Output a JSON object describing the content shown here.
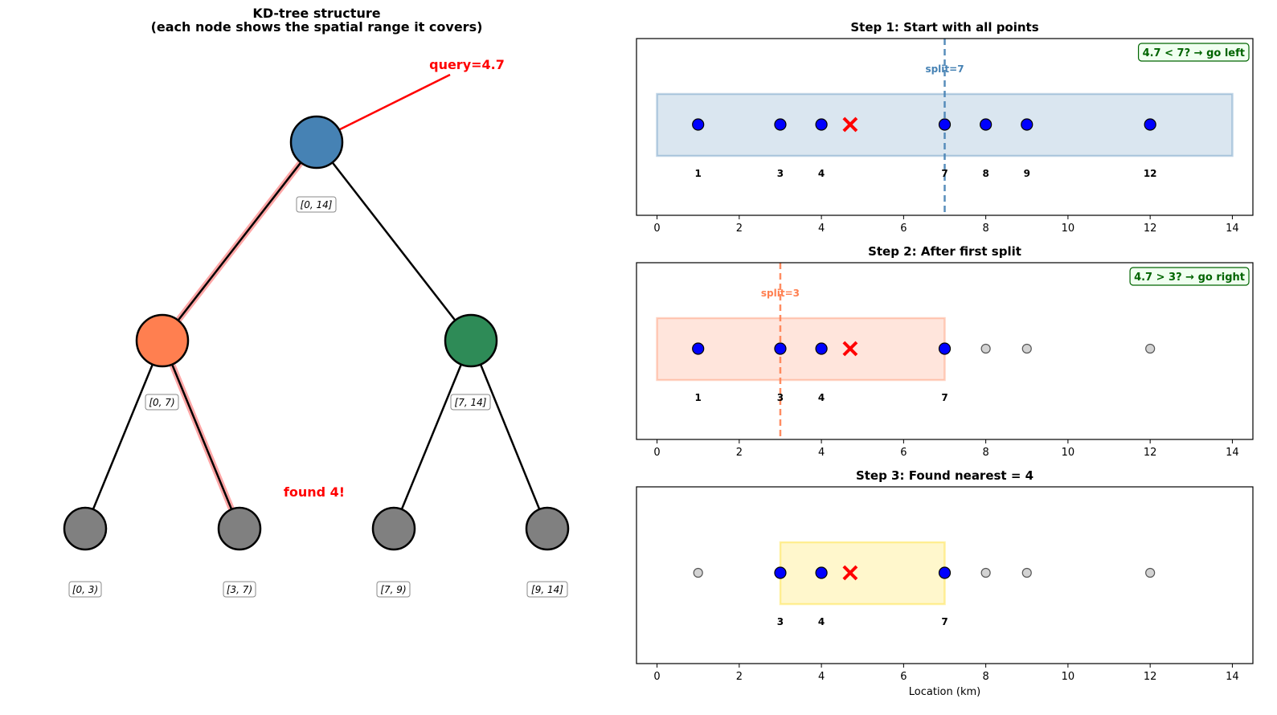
{
  "tree": {
    "title_line1": "KD-tree structure",
    "title_line2": "(each node shows the spatial range it covers)",
    "query_label": "query=4.7",
    "found_label": "found 4!",
    "colors": {
      "root": "#4682b4",
      "left": "#ff7f50",
      "right": "#2e8b57",
      "leaf": "#808080",
      "path": "#ff0000"
    },
    "nodes": [
      {
        "id": "root",
        "range": "[0, 14]"
      },
      {
        "id": "left",
        "range": "[0, 7)"
      },
      {
        "id": "right",
        "range": "[7, 14]"
      },
      {
        "id": "leaf-0-3",
        "range": "[0, 3)"
      },
      {
        "id": "leaf-3-7",
        "range": "[3, 7)"
      },
      {
        "id": "leaf-7-9",
        "range": "[7, 9)"
      },
      {
        "id": "leaf-9-14",
        "range": "[9, 14]"
      }
    ]
  },
  "chart_data": [
    {
      "type": "scatter",
      "title": "Step 1: Start with all points",
      "xlim": [
        -0.5,
        14.5
      ],
      "xticks": [
        0,
        2,
        4,
        6,
        8,
        10,
        12,
        14
      ],
      "xlabel": "",
      "points": [
        1,
        3,
        4,
        7,
        8,
        9,
        12
      ],
      "active_points": [
        1,
        3,
        4,
        7,
        8,
        9,
        12
      ],
      "point_labels": [
        "1",
        "3",
        "4",
        "7",
        "8",
        "9",
        "12"
      ],
      "query": 4.7,
      "range": [
        0,
        14
      ],
      "range_color": "#4682b4",
      "split": 7,
      "split_label": "split=7",
      "split_color": "#4682b4",
      "decision": "4.7 < 7? → go left"
    },
    {
      "type": "scatter",
      "title": "Step 2: After first split",
      "xlim": [
        -0.5,
        14.5
      ],
      "xticks": [
        0,
        2,
        4,
        6,
        8,
        10,
        12,
        14
      ],
      "xlabel": "",
      "points": [
        1,
        3,
        4,
        7,
        8,
        9,
        12
      ],
      "active_points": [
        1,
        3,
        4,
        7
      ],
      "point_labels": [
        "1",
        "3",
        "4",
        "7"
      ],
      "query": 4.7,
      "range": [
        0,
        7
      ],
      "range_color": "#ff7f50",
      "split": 3,
      "split_label": "split=3",
      "split_color": "#ff7f50",
      "decision": "4.7 > 3? → go right"
    },
    {
      "type": "scatter",
      "title": "Step 3: Found nearest = 4",
      "xlim": [
        -0.5,
        14.5
      ],
      "xticks": [
        0,
        2,
        4,
        6,
        8,
        10,
        12,
        14
      ],
      "xlabel": "Location (km)",
      "points": [
        1,
        3,
        4,
        7,
        8,
        9,
        12
      ],
      "active_points": [
        3,
        4,
        7
      ],
      "point_labels": [
        "3",
        "4",
        "7"
      ],
      "query": 4.7,
      "range": [
        3,
        7
      ],
      "range_color": "#ffd700",
      "split": null,
      "split_label": "",
      "split_color": "",
      "decision": ""
    }
  ]
}
